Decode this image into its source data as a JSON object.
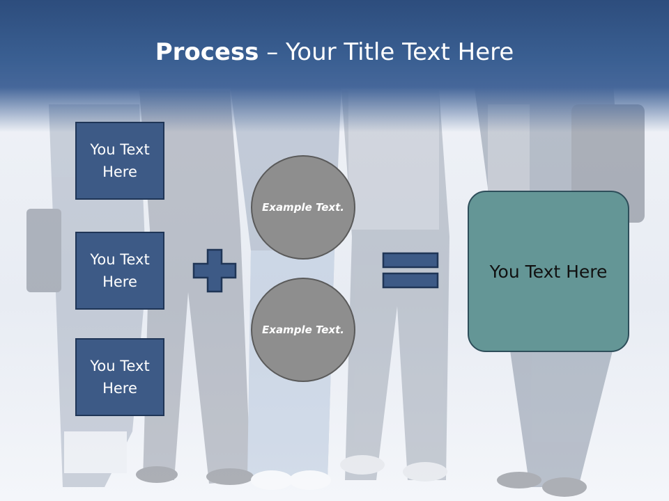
{
  "title": {
    "bold": "Process",
    "rest": " – Your Title Text Here"
  },
  "boxes": [
    "You Text Here",
    "You Text Here",
    "You Text Here"
  ],
  "circles": [
    "Example Text.",
    "Example Text."
  ],
  "result": "You Text Here",
  "colors": {
    "header": "#3a5f92",
    "box_fill": "#3d5a86",
    "circle_fill": "#8e8e8e",
    "result_fill": "#649696"
  }
}
